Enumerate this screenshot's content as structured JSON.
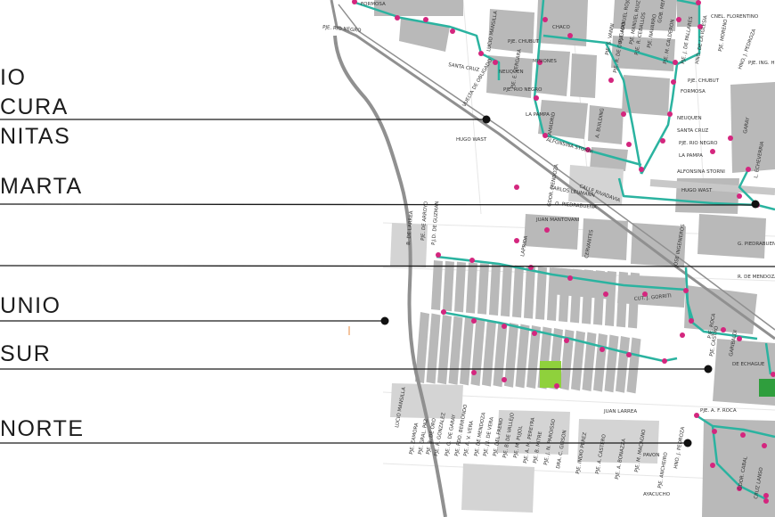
{
  "legend": {
    "labels": [
      "IO",
      "CURA",
      "NITAS",
      "MARTA",
      "UNIO",
      "SUR",
      "NORTE"
    ]
  },
  "streets": {
    "formosa_top": "FORMOSA",
    "pje_rio_negro_top": "PJE. RIO NEGRO",
    "chaco": "CHACO",
    "cnel_florentino": "CNEL. FLORENTINO",
    "hno_j_pedroza": "HNO. J. PEDROZA",
    "pje_ing_huergo": "PJE. ING. HUERGO",
    "pje_chubut": "PJE. CHUBUT",
    "pje_chubut2": "PJE. CHUBUT",
    "misiones": "MISIONES",
    "neuquen": "NEUQUEN",
    "santa_cruz": "SANTA CRUZ",
    "pje_rio_negro": "PJE. RIO NEGRO",
    "la_pampa": "LA PAMPA",
    "alfonsina_storni": "ALFONSINA STORNI",
    "hugo_wast": "HUGO WAST",
    "hugo_wast2": "HUGO WAST",
    "formosa": "FORMOSA",
    "neuquen2": "NEUQUEN",
    "santa_cruz2": "SANTA CRUZ",
    "pje_rio_negro2": "PJE. RIO NEGRO",
    "la_pampa2": "LA PAMPA",
    "alfonsina_storni2": "ALFONSINA STORNI",
    "carlos_leumann": "CARLOS LEUMANN",
    "o_piedrabuena": "O. PIEDRABUENA",
    "juan_mantovani": "JUAN MANTOVANI",
    "g_piedrabuena": "G. PIEDRABUENA",
    "r_de_mendoza": "R. DE MENDOZA",
    "cut_j_gorriti": "CUT. J. GORRITI",
    "juan_larrea": "JUAN LARREA",
    "pje_a_f_roca": "PJE. A. F. ROCA",
    "de_echague": "DE ECHAGUE",
    "pavon": "PAVON",
    "ayacucho": "AYACUCHO",
    "lucio_mansilla": "LUCIO MANSILLA",
    "lucio_mansilla2": "LUCIO MANSILLA",
    "vuelta_obligado": "VUELTA DE OBLIGADO",
    "pje_e_vergara": "PJE. E. VERGARA",
    "lamadrid": "LAMADRID",
    "a_building": "A. BUILDING",
    "godoy_mendoza": "GDOR. MENDOZA",
    "calle_rivadavia": "CALLE RIVADAVIA",
    "laprida": "LAPRIDA",
    "jose_ingenieros": "JOSE INGENIEROS",
    "garaypa": "GARAY",
    "l_echeverria": "L. ECHEVERRIA",
    "cervantes": "CERVANTES",
    "b_de_larrea": "B. DE LARREA",
    "pje_de_arroyo": "PJE. DE ARROYO",
    "pje_d_de_guzman": "P.J.D. DE GUZMAN",
    "pje_zamora": "PJE. ZAMORA",
    "pje_gral_paz": "PJE. GRAL. PAZ",
    "pje_b_de_oro": "PJE. B. DE ORO",
    "pje_r_gonzalez": "PJE. R. GONZALEZ",
    "pje_g_garay": "PJE. G. DE GARAY",
    "pje_pdo_berrondo": "PJE. PDO. BERRONDO",
    "pje_a_v_vera": "PJE. A. V. VERA",
    "pje_de_mendoza": "PJE. DE MENDOZA",
    "pje_jj_de_vera": "PJE. J.J. DE VERA",
    "pje_del_freno": "PJE. DEL FRENO",
    "pje_b_de_vallejo": "PJE. B. DE VALLEJO",
    "pje_m_pujol": "PJE. M. PUJOL",
    "pje_a_m_pereyra": "PJE. A. M. PEREYRA",
    "pje_b_mitre": "PJE. B. MITRE",
    "pje_j_n_paroisso": "PJE. J. N. PAROISSO",
    "cruz_gibson": "DRA. C. GIBSON",
    "pje_indio_perez": "PJE. INDIO PEREZ",
    "pje_a_castero": "PJE. A. CASTERO",
    "pje_a_bonazza": "PJE. A. BONAZZA",
    "pje_m_macagno": "PJE. M. MACAGNO",
    "pje_ancheiro": "PJE. ANCHEIRO",
    "hno_j_pedroza2": "HNO. J. PEDROZA",
    "pje_s_vanni": "PJE. S. VANNI",
    "pje_manuel_rojo": "PJE. MANUEL ROJO",
    "pje_manuel_ruiz": "PJE. MANUEL RUIZ",
    "pje_r_t_ceballos": "P.JE. R. CEBALLOS",
    "pje_navarro": "PJE. NAVARRO",
    "pje_m_calderon": "PJE. M. CALDERON",
    "pje_fallardo": "PJE. J. DE PALLARES",
    "rod_de_la_iglesia": "HNO. DE LA IGLESIA",
    "pje_r_obligado": "PJE. R. DE OBLIGADO",
    "pje_moreno": "PJE. MORENO",
    "pje_mendoza": "GOB. MENDOZA",
    "pje_castro": "PJE. CASTRO",
    "garibaldi": "GARIBALDI",
    "calle_roca": "P.JE. ROCA",
    "gdor_cabal": "GDOR. CABAL",
    "cruz_lanso": "CRUZ LANSO"
  },
  "colors": {
    "block": "#b9b9b9",
    "block_light": "#d4d4d4",
    "route": "#2bb3a0",
    "stop": "#d4267e",
    "leader": "#1a1a1a",
    "rail": "#909090",
    "park": "#8fd13c",
    "park_dark": "#2f9e3d"
  },
  "icons": [
    "bus-stop-icon",
    "leader-dot-icon"
  ]
}
